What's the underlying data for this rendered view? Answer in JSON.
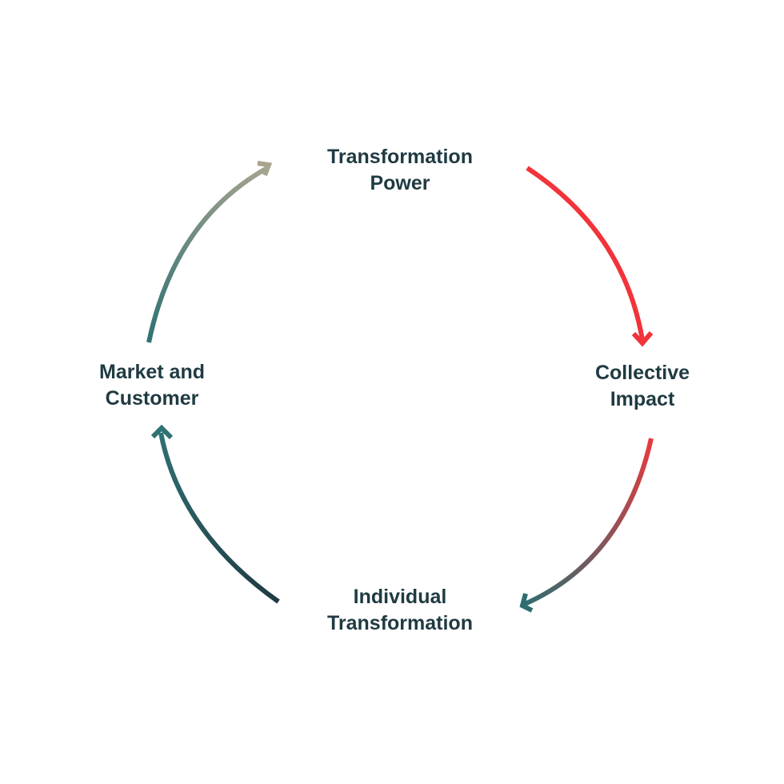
{
  "diagram": {
    "type": "cycle",
    "nodes": [
      {
        "id": "top",
        "line1": "Transformation",
        "line2": "Power"
      },
      {
        "id": "right",
        "line1": "Collective",
        "line2": "Impact"
      },
      {
        "id": "bottom",
        "line1": "Individual",
        "line2": "Transformation"
      },
      {
        "id": "left",
        "line1": "Market and",
        "line2": "Customer"
      }
    ],
    "edges": [
      {
        "from": "top",
        "to": "right",
        "colors": [
          "#f2333a",
          "#f2333a"
        ]
      },
      {
        "from": "right",
        "to": "bottom",
        "colors": [
          "#e83a40",
          "#2f6d70"
        ]
      },
      {
        "from": "bottom",
        "to": "left",
        "colors": [
          "#1f3a42",
          "#2f7273"
        ]
      },
      {
        "from": "left",
        "to": "top",
        "colors": [
          "#2f7273",
          "#a9a48f"
        ]
      }
    ]
  }
}
